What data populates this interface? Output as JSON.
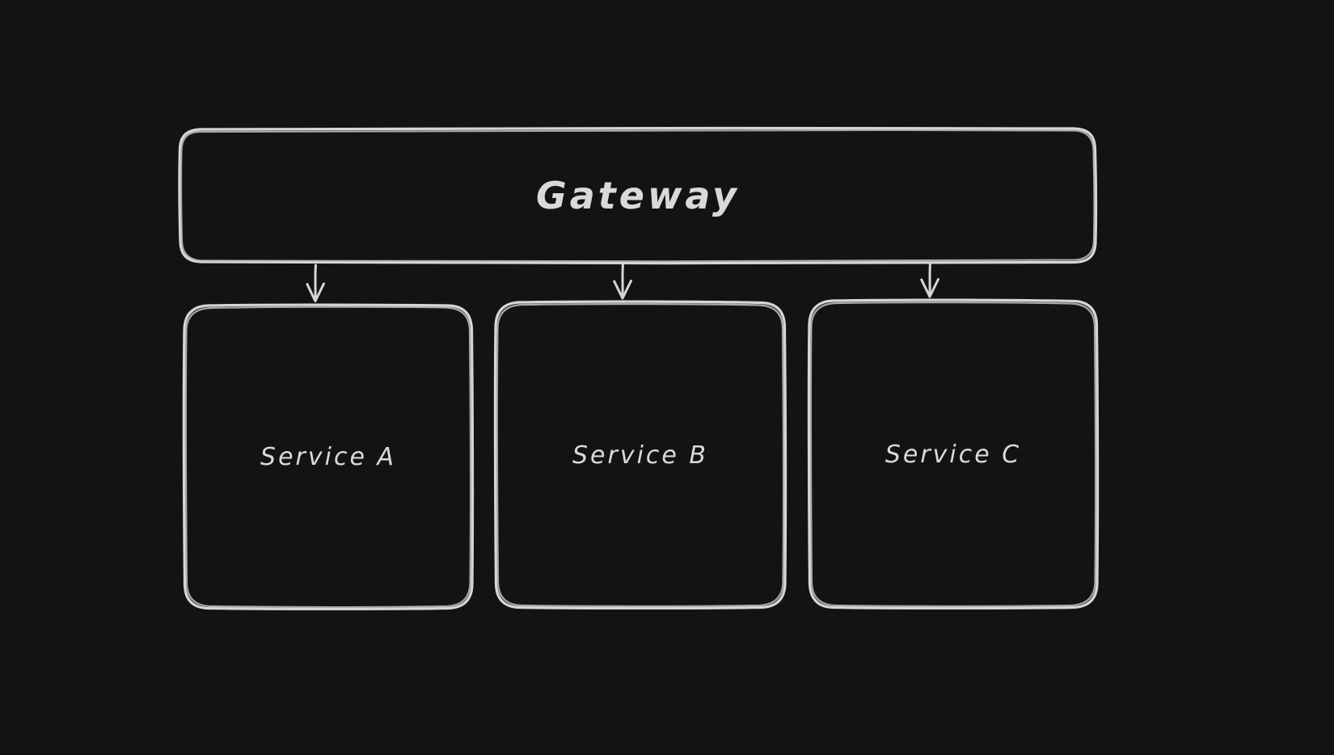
{
  "diagram": {
    "type": "flowchart",
    "style": "hand-drawn-dark",
    "nodes": [
      {
        "id": "gateway",
        "label": "Gateway",
        "shape": "rounded-rectangle"
      },
      {
        "id": "service-a",
        "label": "Service A",
        "shape": "rounded-rectangle"
      },
      {
        "id": "service-b",
        "label": "Service B",
        "shape": "rounded-rectangle"
      },
      {
        "id": "service-c",
        "label": "Service C",
        "shape": "rounded-rectangle"
      }
    ],
    "edges": [
      {
        "from": "gateway",
        "to": "service-a",
        "type": "arrow-down"
      },
      {
        "from": "gateway",
        "to": "service-b",
        "type": "arrow-down"
      },
      {
        "from": "gateway",
        "to": "service-c",
        "type": "arrow-down"
      }
    ]
  },
  "colors": {
    "canvas-bg": "#131313",
    "stroke": "#d6d6d6",
    "stroke2": "#c3c3c3",
    "text": "#d9d9d9"
  }
}
